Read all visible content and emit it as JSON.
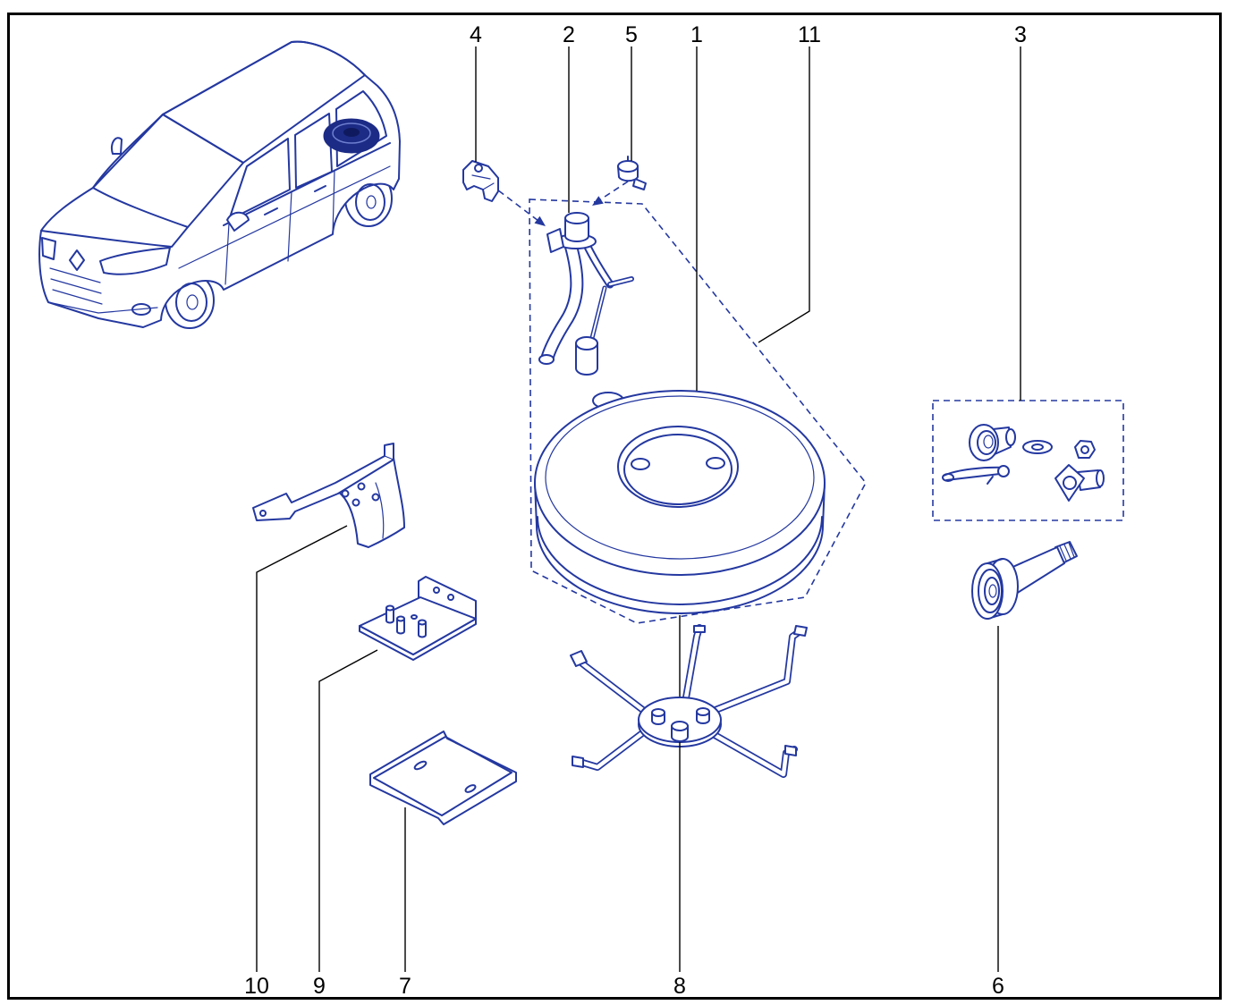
{
  "callouts": {
    "top": [
      "4",
      "2",
      "5",
      "1",
      "11",
      "3"
    ],
    "bottom": [
      "10",
      "9",
      "7",
      "8",
      "6"
    ]
  },
  "colors": {
    "part_line": "#2438a0",
    "leader_line": "#000000",
    "frame": "#000000",
    "tank_fill": "#1c2b85"
  }
}
